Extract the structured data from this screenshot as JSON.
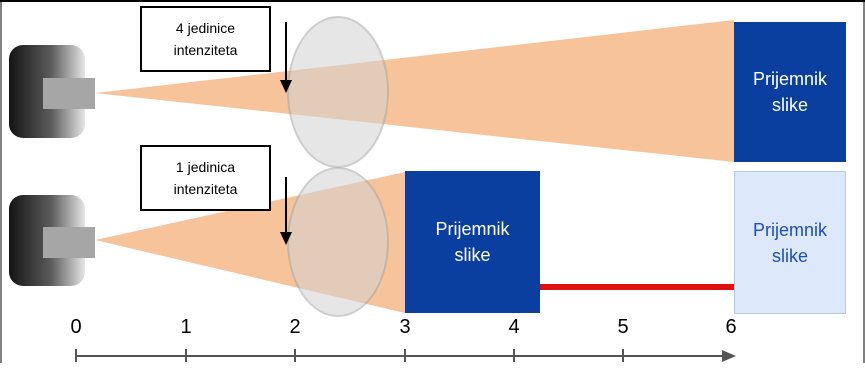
{
  "callouts": {
    "top": "4 jedinice\nintenziteta",
    "bottom": "1 jedinica\nintenziteta"
  },
  "receptors": {
    "top_far": "Prijemnik\nslike",
    "bottom_near": "Prijemnik\nslike",
    "bottom_ghost": "Prijemnik\nslike"
  },
  "axis": {
    "labels": [
      "0",
      "1",
      "2",
      "3",
      "4",
      "5",
      "6"
    ]
  },
  "colors": {
    "beam": "#f5b98a",
    "receptor_dark": "#0a3fa0",
    "receptor_light": "#dde8fa",
    "receptor_light_text": "#1f4fb0",
    "arrow": "#e01010",
    "lens_fill": "#d3d3d3",
    "lens_stroke": "#a6a6a6",
    "axis": "#555555"
  },
  "icons": {
    "tube": "xray-tube-icon",
    "lens": "patient-ellipse-icon",
    "arrow": "move-left-arrow-icon",
    "down_arrow": "down-arrow-icon"
  }
}
